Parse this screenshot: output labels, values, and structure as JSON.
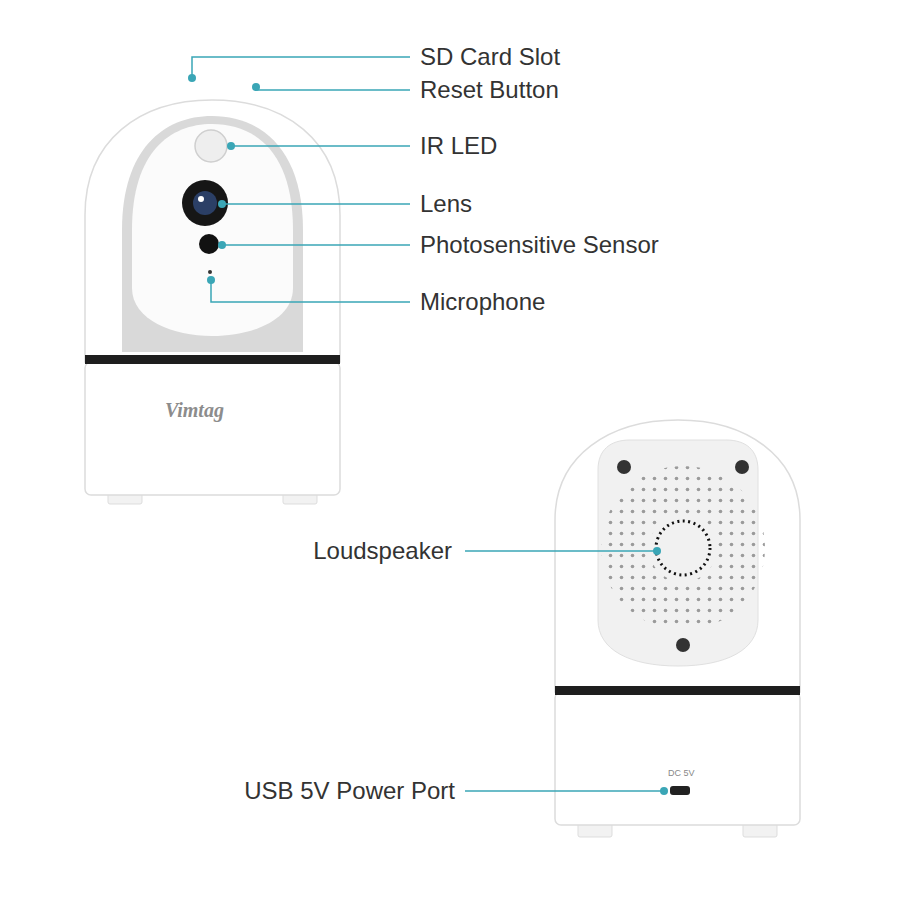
{
  "diagram": {
    "labels": [
      "SD Card Slot",
      "Reset Button",
      "IR LED",
      "Lens",
      "Photosensitive Sensor",
      "Microphone",
      "Vimtag",
      "Loudspeaker",
      "DC 5V",
      "USB 5V Power Port"
    ]
  }
}
